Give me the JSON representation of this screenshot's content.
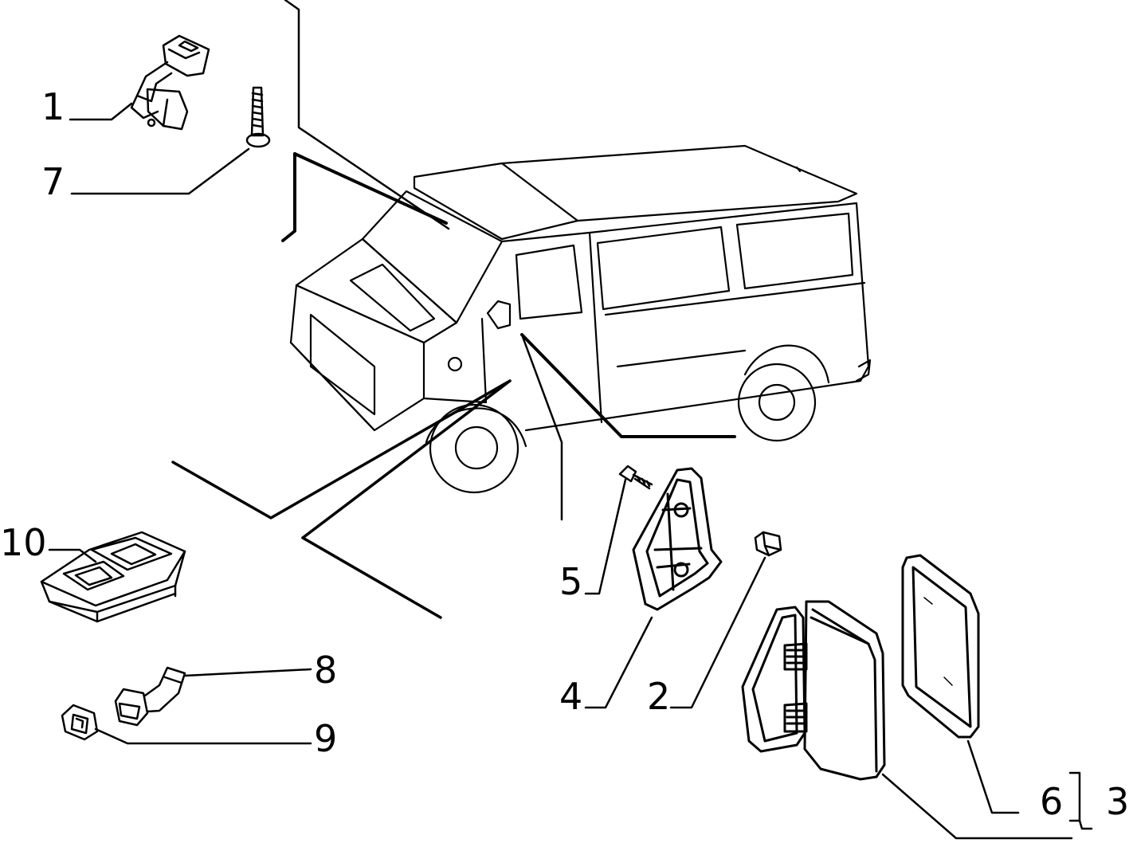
{
  "diagram": {
    "callouts": [
      {
        "id": "1",
        "text": "1"
      },
      {
        "id": "7",
        "text": "7"
      },
      {
        "id": "10",
        "text": "10"
      },
      {
        "id": "5",
        "text": "5"
      },
      {
        "id": "4",
        "text": "4"
      },
      {
        "id": "2",
        "text": "2"
      },
      {
        "id": "8",
        "text": "8"
      },
      {
        "id": "9",
        "text": "9"
      },
      {
        "id": "6",
        "text": "6"
      },
      {
        "id": "3",
        "text": "3"
      }
    ]
  }
}
